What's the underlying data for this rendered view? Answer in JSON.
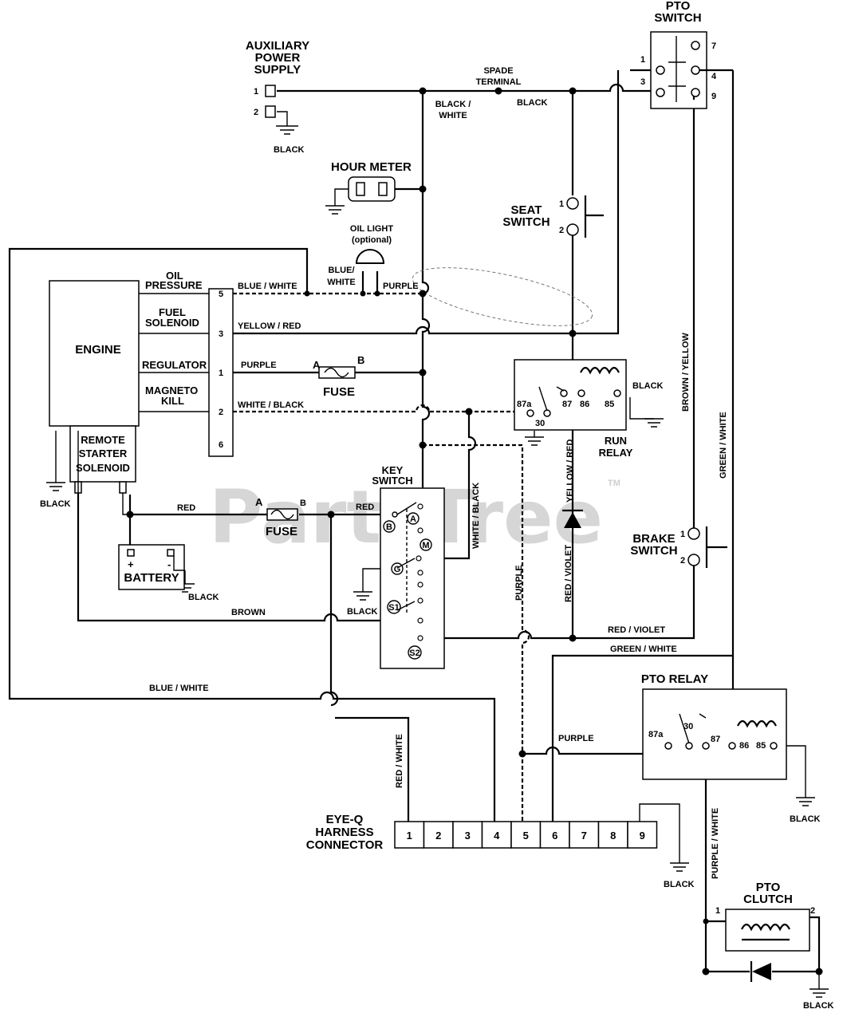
{
  "watermark": {
    "text": "PartsTree",
    "tm": "TM"
  },
  "components": {
    "aux_power": {
      "title": [
        "AUXILIARY",
        "POWER",
        "SUPPLY"
      ],
      "pin1": "1",
      "pin2": "2",
      "ground": "BLACK"
    },
    "hour_meter": {
      "title": "HOUR METER"
    },
    "oil_light": {
      "title": "OIL LIGHT",
      "note": "(optional)"
    },
    "engine": {
      "title": "ENGINE"
    },
    "remote_starter": {
      "title": [
        "REMOTE",
        "STARTER",
        "SOLENOID"
      ],
      "ground": "BLACK"
    },
    "engine_connector": {
      "rows": [
        {
          "label": [
            "OIL",
            "PRESSURE"
          ],
          "pin": "5"
        },
        {
          "label": [
            "FUEL",
            "SOLENOID"
          ],
          "pin": "3"
        },
        {
          "label": [
            "REGULATOR"
          ],
          "pin": "1"
        },
        {
          "label": [
            "MAGNETO",
            "KILL"
          ],
          "pin": "2"
        },
        {
          "label": [],
          "pin": "6"
        }
      ]
    },
    "fuse_top": {
      "title": "FUSE",
      "a": "A",
      "b": "B"
    },
    "fuse_bottom": {
      "title": "FUSE",
      "a": "A",
      "b": "B"
    },
    "battery": {
      "title": "BATTERY",
      "plus": "+",
      "minus": "-",
      "ground": "BLACK"
    },
    "key_switch": {
      "title": [
        "KEY",
        "SWITCH"
      ],
      "terminals": [
        "B",
        "A",
        "M",
        "G",
        "S1",
        "S2"
      ],
      "ground": "BLACK"
    },
    "seat_switch": {
      "title": [
        "SEAT",
        "SWITCH"
      ],
      "pin1": "1",
      "pin2": "2"
    },
    "pto_switch": {
      "title": [
        "PTO",
        "SWITCH"
      ],
      "pins": [
        "1",
        "3",
        "7",
        "4",
        "9"
      ]
    },
    "run_relay": {
      "title": [
        "RUN",
        "RELAY"
      ],
      "pins": [
        "87a",
        "30",
        "87",
        "86",
        "85"
      ],
      "ground": "BLACK"
    },
    "brake_switch": {
      "title": [
        "BRAKE",
        "SWITCH"
      ],
      "pin1": "1",
      "pin2": "2"
    },
    "pto_relay": {
      "title": "PTO RELAY",
      "pins": [
        "87a",
        "30",
        "87",
        "86",
        "85"
      ],
      "ground": "BLACK"
    },
    "eyeq": {
      "title": [
        "EYE-Q",
        "HARNESS",
        "CONNECTOR"
      ],
      "pins": [
        "1",
        "2",
        "3",
        "4",
        "5",
        "6",
        "7",
        "8",
        "9"
      ],
      "ground": "BLACK"
    },
    "pto_clutch": {
      "title": [
        "PTO",
        "CLUTCH"
      ],
      "pin1": "1",
      "pin2": "2",
      "ground": "BLACK"
    }
  },
  "wires": {
    "spade_terminal": [
      "SPADE",
      "TERMINAL"
    ],
    "black_white": [
      "BLACK /",
      "WHITE"
    ],
    "black": "BLACK",
    "blue_white_oil": "BLUE / WHITE",
    "blue_white_light": [
      "BLUE/",
      "WHITE"
    ],
    "purple_light": "PURPLE",
    "yellow_red": "YELLOW / RED",
    "purple_reg": "PURPLE",
    "white_black_kill": "WHITE / BLACK",
    "red_batt": "RED",
    "red_key": "RED",
    "white_black_v": "WHITE / BLACK",
    "purple_v": "PURPLE",
    "yellow_red_v": "YELLOW / RED",
    "red_violet_v": "RED / VIOLET",
    "red_violet_h": "RED / VIOLET",
    "green_white_h": "GREEN / WHITE",
    "green_white_v": "GREEN / WHITE",
    "brown_yellow_v": "BROWN / YELLOW",
    "brown": "BROWN",
    "blue_white_bottom": "BLUE / WHITE",
    "red_white_v": "RED / WHITE",
    "purple_pto": "PURPLE",
    "purple_white_v": "PURPLE / WHITE",
    "ground_black": "BLACK"
  }
}
